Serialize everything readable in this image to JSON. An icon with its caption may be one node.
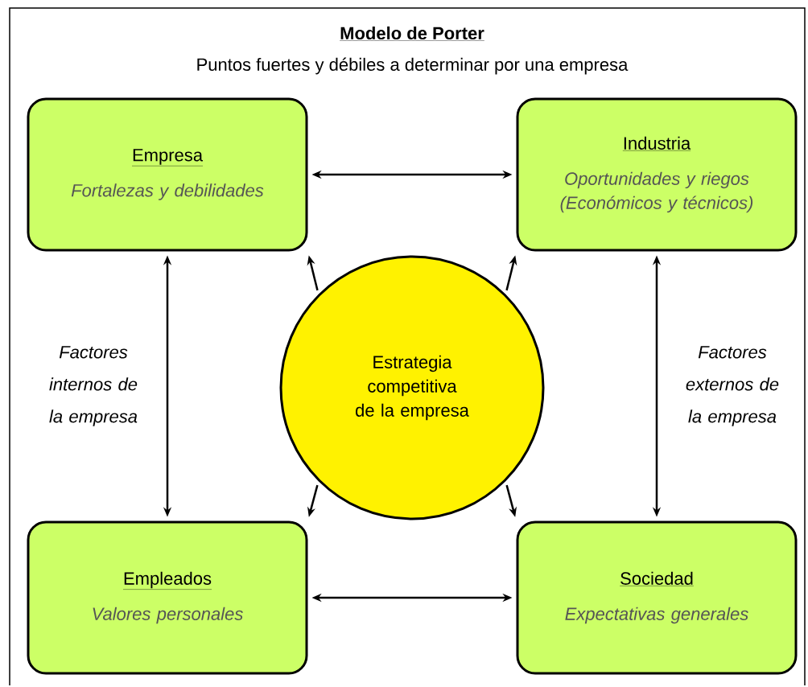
{
  "diagram": {
    "title": "Modelo de Porter",
    "caption": "Puntos fuertes y débiles a determinar por una empresa",
    "nodes": [
      {
        "text": [
          "Empresa",
          "Fortalezas y debilidades"
        ]
      },
      {
        "text": [
          "Industria",
          "Oportunidades y riegos (Económicos y técnicos)"
        ]
      },
      {
        "text": [
          "Estrategia competitiva de la empresa"
        ]
      },
      {
        "text": [
          "Empleados",
          "Valores personales"
        ]
      },
      {
        "text": [
          "Sociedad",
          "Expectativas generales"
        ]
      }
    ],
    "edges": [
      {
        "from": 0,
        "to": 1,
        "arrow": "both"
      },
      {
        "from": 2,
        "to": 0,
        "arrow": "to"
      },
      {
        "from": 2,
        "to": 1,
        "arrow": "to"
      },
      {
        "from": 0,
        "to": 3,
        "arrow": "both"
      },
      {
        "from": 1,
        "to": 4,
        "arrow": "both"
      },
      {
        "from": 2,
        "to": 3,
        "arrow": "to"
      },
      {
        "from": 2,
        "to": 4,
        "arrow": "to"
      },
      {
        "from": 3,
        "to": 4,
        "arrow": "both"
      }
    ],
    "labels": [
      "Factores internos de la empresa",
      "Factores externos de la empresa"
    ]
  }
}
